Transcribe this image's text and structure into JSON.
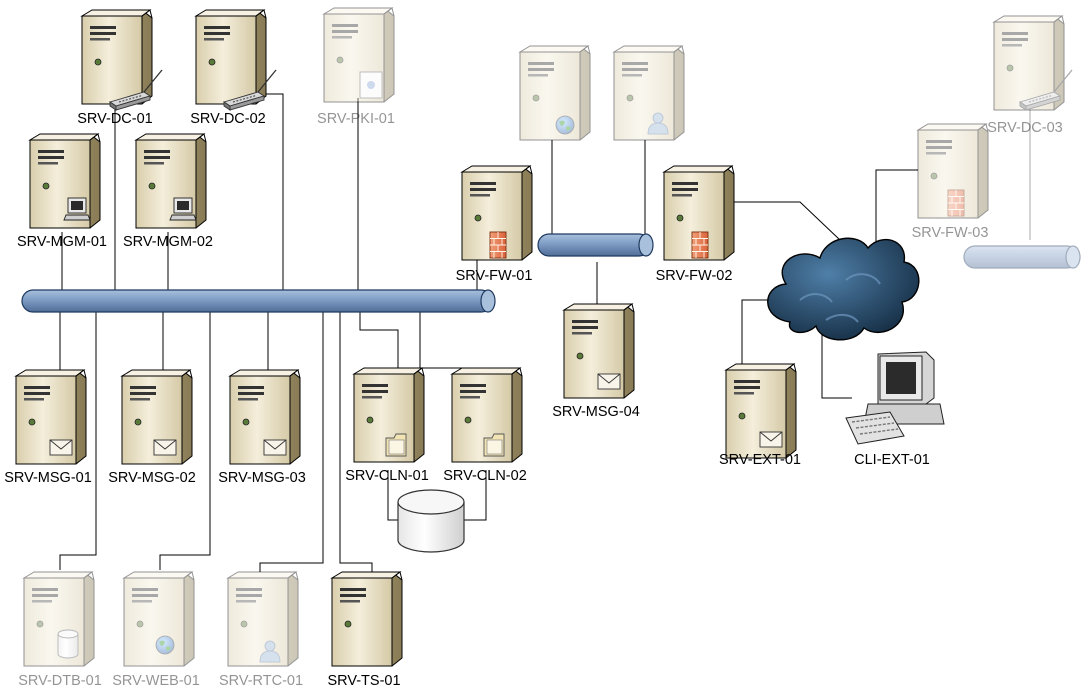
{
  "nodes": {
    "srv_dc_01": "SRV-DC-01",
    "srv_dc_02": "SRV-DC-02",
    "srv_pki_01": "SRV-PKI-01",
    "srv_mgm_01": "SRV-MGM-01",
    "srv_mgm_02": "SRV-MGM-02",
    "srv_fw_01": "SRV-FW-01",
    "srv_fw_02": "SRV-FW-02",
    "srv_fw_03": "SRV-FW-03",
    "srv_dc_03": "SRV-DC-03",
    "srv_msg_01": "SRV-MSG-01",
    "srv_msg_02": "SRV-MSG-02",
    "srv_msg_03": "SRV-MSG-03",
    "srv_msg_04": "SRV-MSG-04",
    "srv_cln_01": "SRV-CLN-01",
    "srv_cln_02": "SRV-CLN-02",
    "srv_ext_01": "SRV-EXT-01",
    "cli_ext_01": "CLI-EXT-01",
    "srv_dtb_01": "SRV-DTB-01",
    "srv_web_01": "SRV-WEB-01",
    "srv_rtc_01": "SRV-RTC-01",
    "srv_ts_01": "SRV-TS-01"
  },
  "colors": {
    "server_body": "#e9dfc2",
    "backbone": "#7e9cc4",
    "cloud": "#1c3f60",
    "line": "#000000"
  }
}
